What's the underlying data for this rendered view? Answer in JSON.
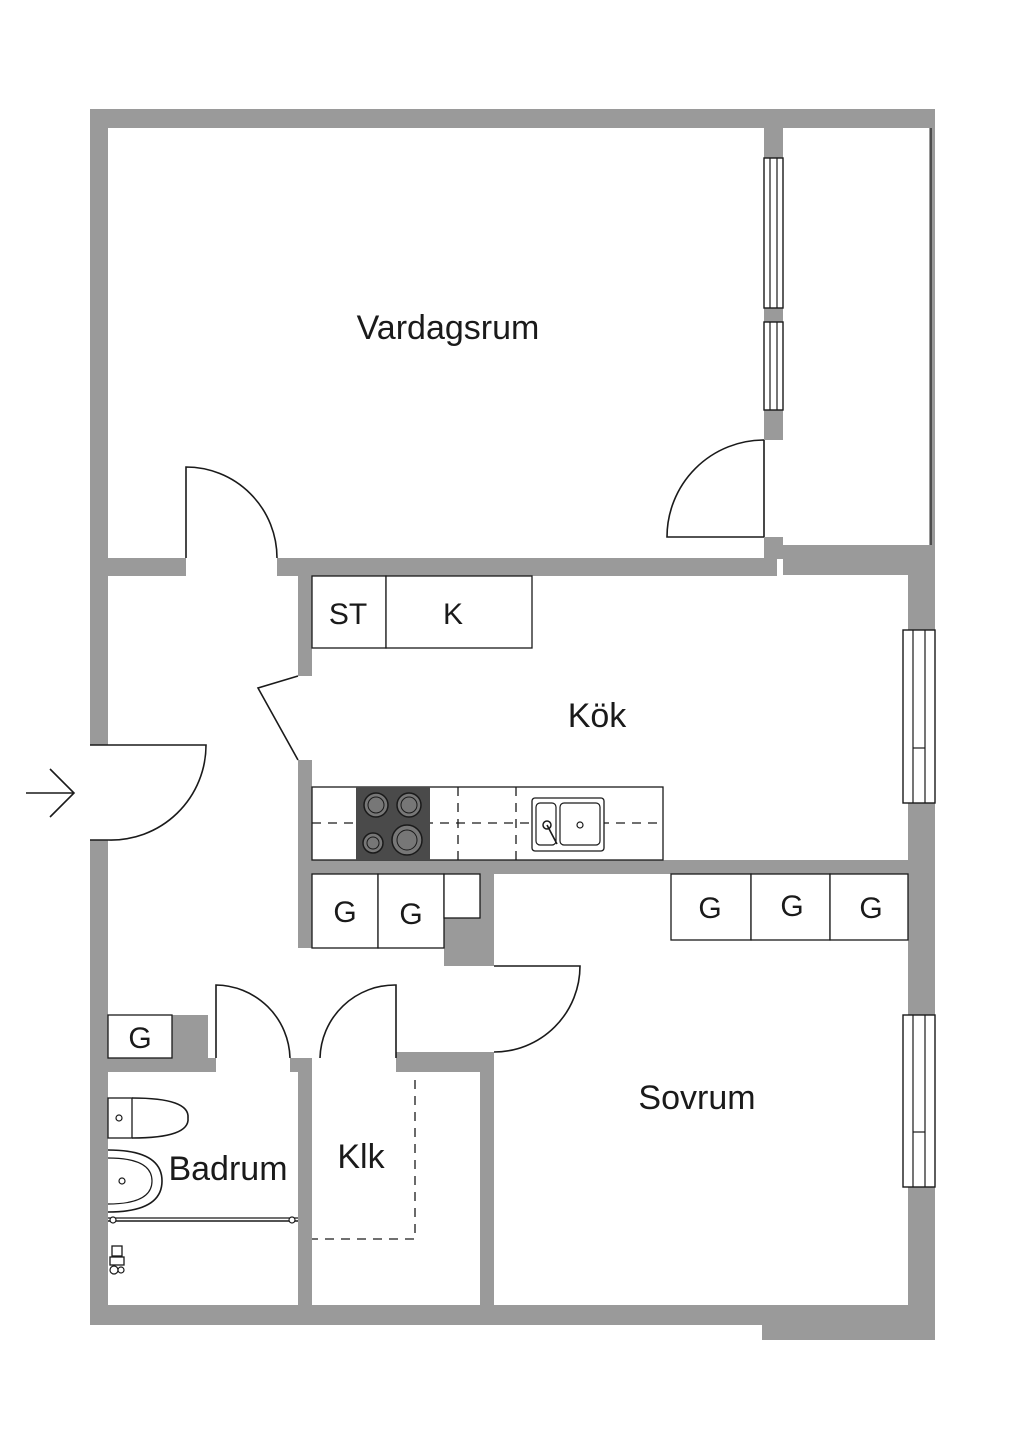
{
  "rooms": {
    "vardagsrum": "Vardagsrum",
    "kok": "Kök",
    "sovrum": "Sovrum",
    "badrum": "Badrum",
    "klk": "Klk"
  },
  "cabinets": {
    "st": "ST",
    "k": "K",
    "g": "G"
  },
  "colors": {
    "wall": "#9a9a9a",
    "line": "#1a1a1a",
    "stove": "#4a4a4a",
    "background": "#ffffff"
  },
  "icons": {
    "entrance": "arrow-right-icon",
    "stove": "stove-icon",
    "sink": "sink-icon",
    "toilet": "toilet-icon",
    "washbasin": "washbasin-icon",
    "shower": "shower-icon"
  }
}
